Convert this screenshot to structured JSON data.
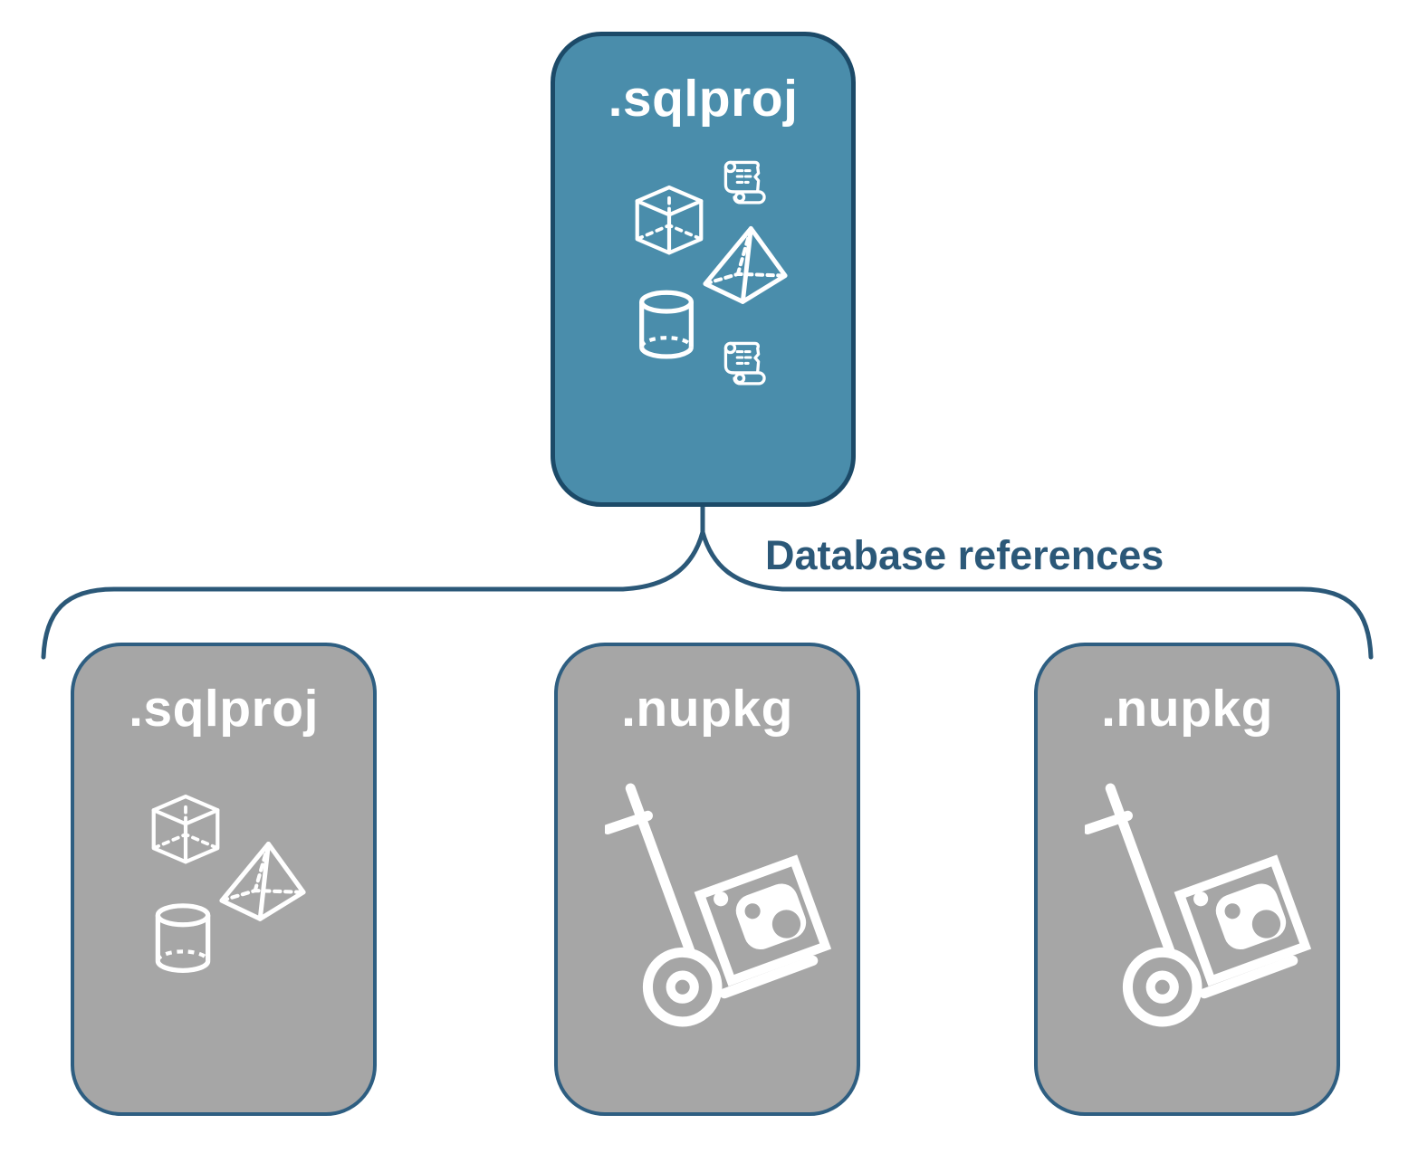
{
  "diagram": {
    "title_connector": "Database references",
    "root_box": {
      "label": ".sqlproj"
    },
    "child_boxes": [
      {
        "label": ".sqlproj"
      },
      {
        "label": ".nupkg"
      },
      {
        "label": ".nupkg"
      }
    ],
    "icons": {
      "root": [
        "cube-icon",
        "script-scroll-icon",
        "pyramid-icon",
        "database-cylinder-icon",
        "script-scroll-icon"
      ],
      "child_sqlproj": [
        "cube-icon",
        "pyramid-icon",
        "database-cylinder-icon"
      ],
      "child_nupkg": [
        "nuget-handtruck-icon"
      ]
    },
    "colors": {
      "background": "#FFFFFF",
      "root_fill": "#4A8DAB",
      "root_border": "#1C4A68",
      "child_fill": "#A6A6A6",
      "child_border": "#2E5E81",
      "connector": "#2B5878",
      "icon": "#FFFFFF"
    }
  }
}
